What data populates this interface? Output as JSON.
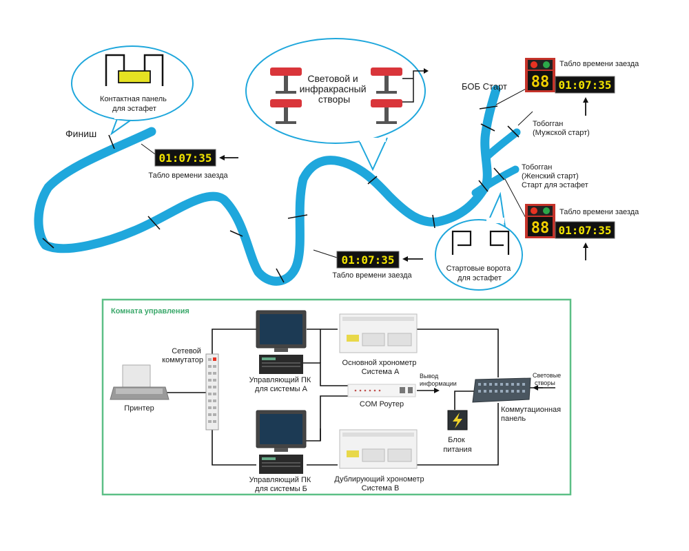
{
  "labels": {
    "finish": "Финиш",
    "bob_start": "БОБ Старт",
    "contact_panel": [
      "Контактная панель",
      "для эстафет"
    ],
    "light_ir": [
      "Световой и",
      "инфракрасный",
      "створы"
    ],
    "toboggan_men": [
      "Тобогган",
      "(Мужской старт)"
    ],
    "toboggan_women": [
      "Тобогган",
      "(Женский старт)",
      "Старт для эстафет"
    ],
    "start_gates": [
      "Стартовые ворота",
      "для эстафет"
    ],
    "run_time_board": "Табло времени заезда"
  },
  "displays": {
    "time": "01:07:35",
    "start_number": "88"
  },
  "control_room": {
    "title": "Комната управления",
    "network_switch": [
      "Сетевой",
      "коммутатор"
    ],
    "printer": "Принтер",
    "pc_a": [
      "Управляющий ПК",
      "для системы А"
    ],
    "pc_b": [
      "Управляющий ПК",
      "для системы Б"
    ],
    "chrono_a": [
      "Основной хронометр",
      "Система А"
    ],
    "chrono_b": [
      "Дублирующий хронометр",
      "Система В"
    ],
    "com_router": "COM Роутер",
    "data_output": [
      "Вывод",
      "информации"
    ],
    "light_gates": [
      "Световые",
      "створы"
    ],
    "patch_panel": [
      "Коммутационная",
      "панель"
    ],
    "power_unit": [
      "Блок",
      "питания"
    ]
  },
  "colors": {
    "track": "#1fa7dc",
    "room_border": "#5cbf86",
    "room_title": "#3aa86a",
    "callout": "#1fa7dc",
    "display_digits": "#f2e400",
    "signal_red": "#e63322"
  }
}
